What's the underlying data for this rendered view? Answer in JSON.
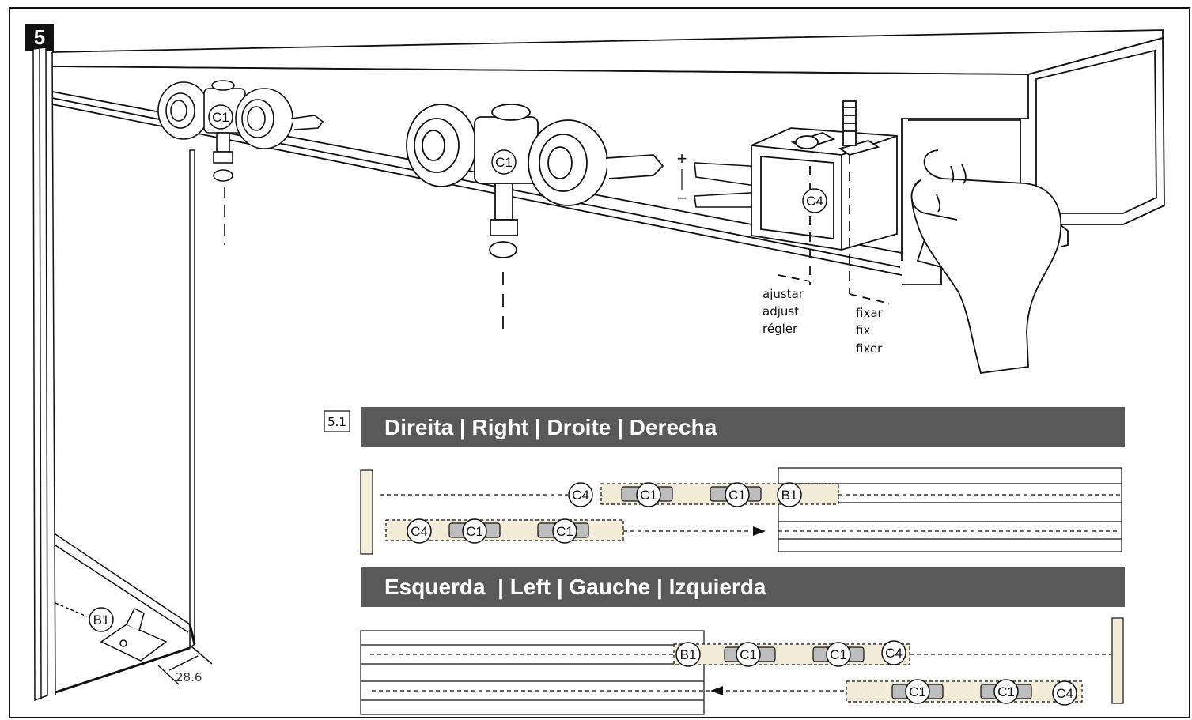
{
  "step_number": "5",
  "substep": "5.1",
  "measure": "28.6",
  "callout_labels": {
    "b1": "B1",
    "c1": "C1",
    "c4": "C4"
  },
  "adjust_symbols": {
    "plus": "+",
    "minus": "−"
  },
  "adjust_words": [
    "ajustar",
    "adjust",
    "régler"
  ],
  "fix_words": [
    "fixar",
    "fix",
    "fixer"
  ],
  "bands": {
    "right": "Direita | Right | Droite | Derecha",
    "left": "Esquerda  | Left | Gauche | Izquierda"
  },
  "colors": {
    "band": "#595959",
    "fill": "#f2ecd8",
    "ink": "#111111"
  }
}
